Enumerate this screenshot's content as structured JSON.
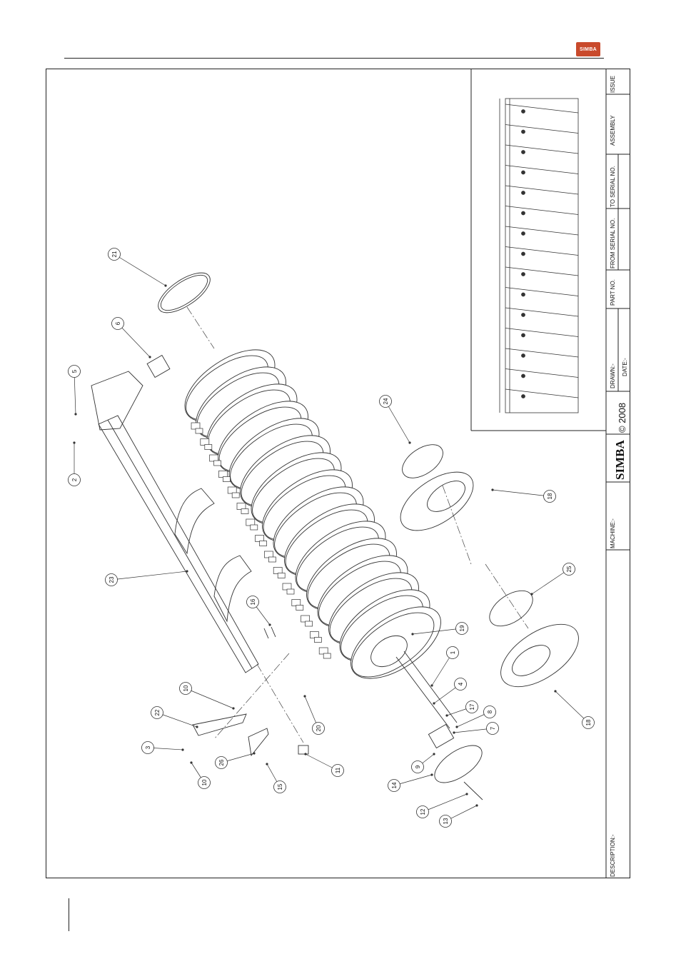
{
  "header": {
    "logo_text": "SIMBA"
  },
  "title_block": {
    "description_label": "DESCRIPTION:-",
    "machine_label": "MACHINE:-",
    "brand": "SIMBA",
    "copyright": "© 2008",
    "drawn_label": "DRAWN:-",
    "date_label": "DATE:-",
    "part_no_label": "PART NO.",
    "from_serial_label": "FROM SERIAL NO.",
    "to_serial_label": "TO SERIAL NO.",
    "assembly_label": "ASSEMBLY",
    "issue_label": "ISSUE"
  },
  "callouts": [
    "21",
    "6",
    "5",
    "2",
    "24",
    "18",
    "23",
    "25",
    "16",
    "19",
    "1",
    "10",
    "4",
    "22",
    "17",
    "8",
    "3",
    "7",
    "9",
    "20",
    "26",
    "10",
    "11",
    "15",
    "14",
    "12",
    "13",
    "18"
  ]
}
